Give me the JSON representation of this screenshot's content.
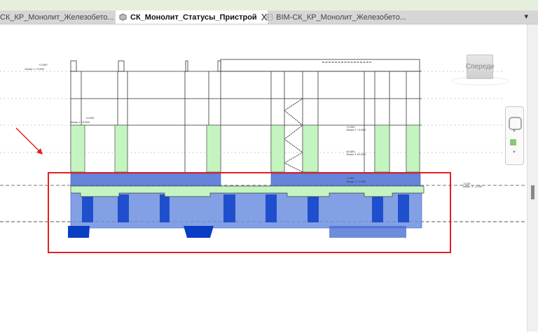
{
  "tabs": [
    {
      "label": "СК_КР_Монолит_Железобето...",
      "icon": "3d-view-icon",
      "active": false
    },
    {
      "label": "СК_Монолит_Статусы_Пристрой",
      "icon": "3d-view-icon",
      "active": true,
      "close": "X"
    },
    {
      "label": "BIM-СК_КР_Монолит_Железобето...",
      "icon": "schedule-icon",
      "active": false
    }
  ],
  "tab_menu": "▾",
  "viewcube": {
    "label": "Спереди"
  },
  "levels": [
    {
      "elev": "+3.000",
      "name": "Этаж 1 +3.000"
    },
    {
      "elev": "+0.000",
      "name": "Этаж 1 +0.000"
    },
    {
      "elev": "+3.000",
      "name": "Этаж 2 +3.000"
    },
    {
      "elev": "±0.000",
      "name": "Этаж 1 ±0.000"
    },
    {
      "elev": "-3.000",
      "name": "Этаж -1 -3.000"
    },
    {
      "elev": "-3.150",
      "name": "Этаж -1 -3.150"
    }
  ],
  "colors": {
    "highlight": "#e02020",
    "foundation": "#3a5fd0",
    "walls": "#c4f5c0",
    "arrow": "#e02020"
  }
}
